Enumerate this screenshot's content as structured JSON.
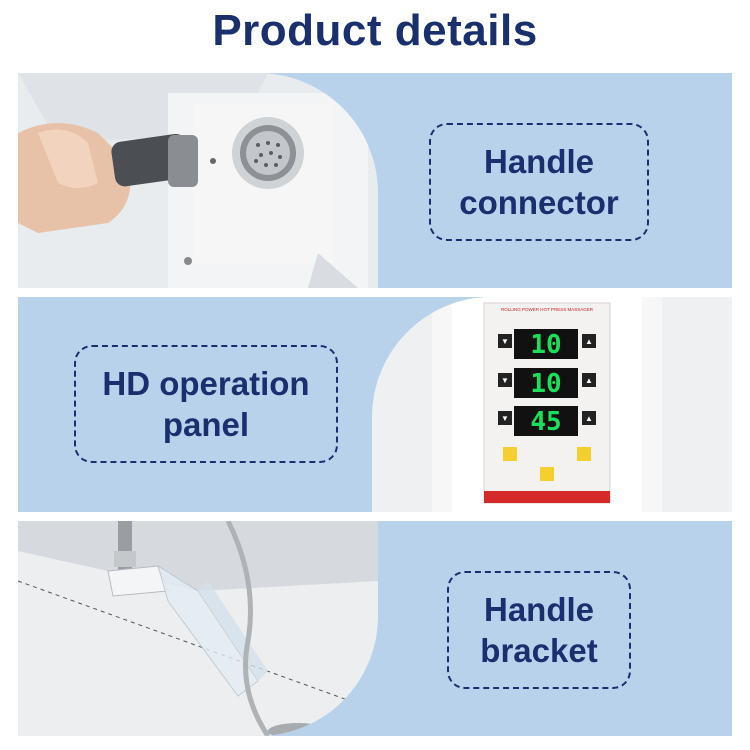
{
  "page": {
    "title": "Product details"
  },
  "sections": [
    {
      "label_line1": "Handle",
      "label_line2": "connector",
      "image": "handle-connector-photo"
    },
    {
      "label_line1": "HD operation",
      "label_line2": "panel",
      "image": "operation-panel-photo"
    },
    {
      "label_line1": "Handle",
      "label_line2": "bracket",
      "image": "handle-bracket-photo"
    }
  ],
  "panel_display": {
    "header_text": "ROLLING POWER HOT PRESS MASSAGER",
    "readouts": [
      "10",
      "10",
      "45"
    ]
  },
  "colors": {
    "title": "#1a2f6e",
    "band_background": "#b8d2ec",
    "label_text": "#1a2f6e",
    "display_digits": "#19e05a"
  }
}
